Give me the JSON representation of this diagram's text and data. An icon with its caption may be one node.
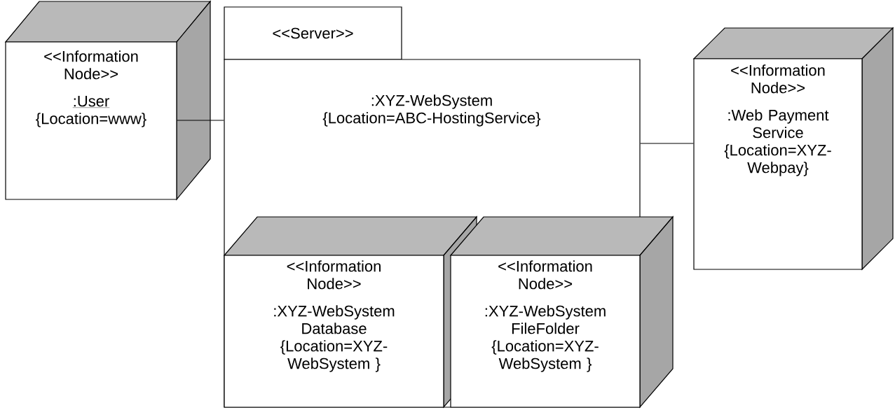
{
  "diagram": {
    "nodes": [
      {
        "text": [
          "<<Information Node>>",
          ":User",
          "{Location=www}"
        ]
      },
      {
        "text": [
          "<<Server>>",
          ":XYZ-WebSystem",
          "{Location=ABC-HostingService}"
        ]
      },
      {
        "text": [
          "<<Information Node>>",
          ":XYZ-WebSystem Database",
          "{Location=XYZ- WebSystem }"
        ],
        "in": 1
      },
      {
        "text": [
          "<<Information Node>>",
          ":XYZ-WebSystem FileFolder",
          "{Location=XYZ- WebSystem }"
        ],
        "in": 1
      },
      {
        "text": [
          "<<Information Node>>",
          ":Web Payment Service",
          "{Location=XYZ- Webpay}"
        ]
      }
    ],
    "edges": [
      {
        "from": 0,
        "to": 1,
        "arrow": "none"
      },
      {
        "from": 1,
        "to": 4,
        "arrow": "none"
      }
    ]
  }
}
